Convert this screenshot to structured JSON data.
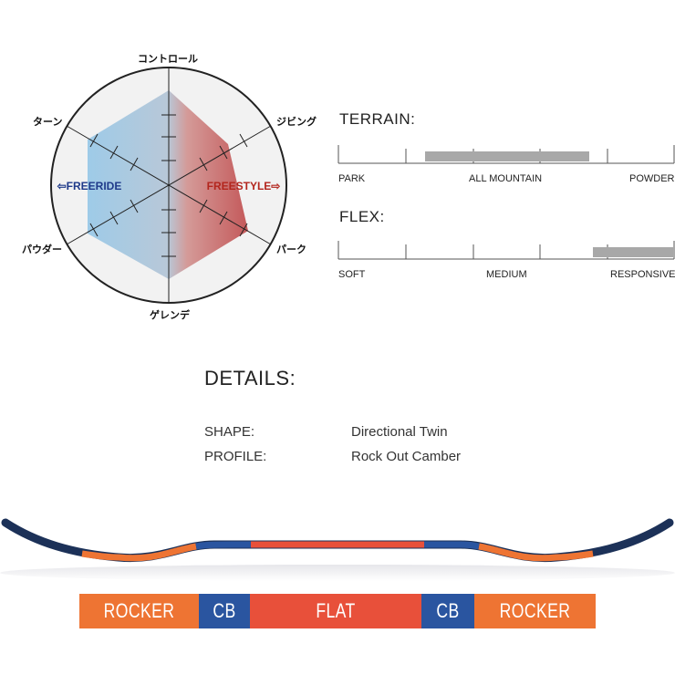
{
  "radar": {
    "axis_labels": {
      "top": "コントロール",
      "upper_right": "ジビング",
      "lower_right": "パーク",
      "bottom": "ゲレンデ",
      "lower_left": "パウダー",
      "upper_left": "ターン"
    },
    "left_side_label": "⇦FREERIDE",
    "right_side_label": "FREESTYLE⇨",
    "colors": {
      "freeride": "#1f3a8a",
      "freestyle": "#b3261e",
      "fill_left": "#9ecbe8",
      "fill_right": "#c4595a"
    }
  },
  "terrain": {
    "title": "TERRAIN:",
    "labels": {
      "left": "PARK",
      "center": "ALL MOUNTAIN",
      "right": "POWDER"
    },
    "range": [
      0.25,
      0.75
    ]
  },
  "flex": {
    "title": "FLEX:",
    "labels": {
      "left": "SOFT",
      "center": "MEDIUM",
      "right": "RESPONSIVE"
    },
    "range": [
      0.75,
      1.0
    ]
  },
  "details": {
    "title": "DETAILS:",
    "shape_key": "SHAPE:",
    "shape_value": "Directional Twin",
    "profile_key": "PROFILE:",
    "profile_value": "Rock Out Camber"
  },
  "profile_bar": {
    "segments": [
      {
        "label": "ROCKER",
        "color": "#ee7433"
      },
      {
        "label": "CB",
        "color": "#2a55a0"
      },
      {
        "label": "FLAT",
        "color": "#e8503a"
      },
      {
        "label": "CB",
        "color": "#2a55a0"
      },
      {
        "label": "ROCKER",
        "color": "#ee7433"
      }
    ]
  }
}
